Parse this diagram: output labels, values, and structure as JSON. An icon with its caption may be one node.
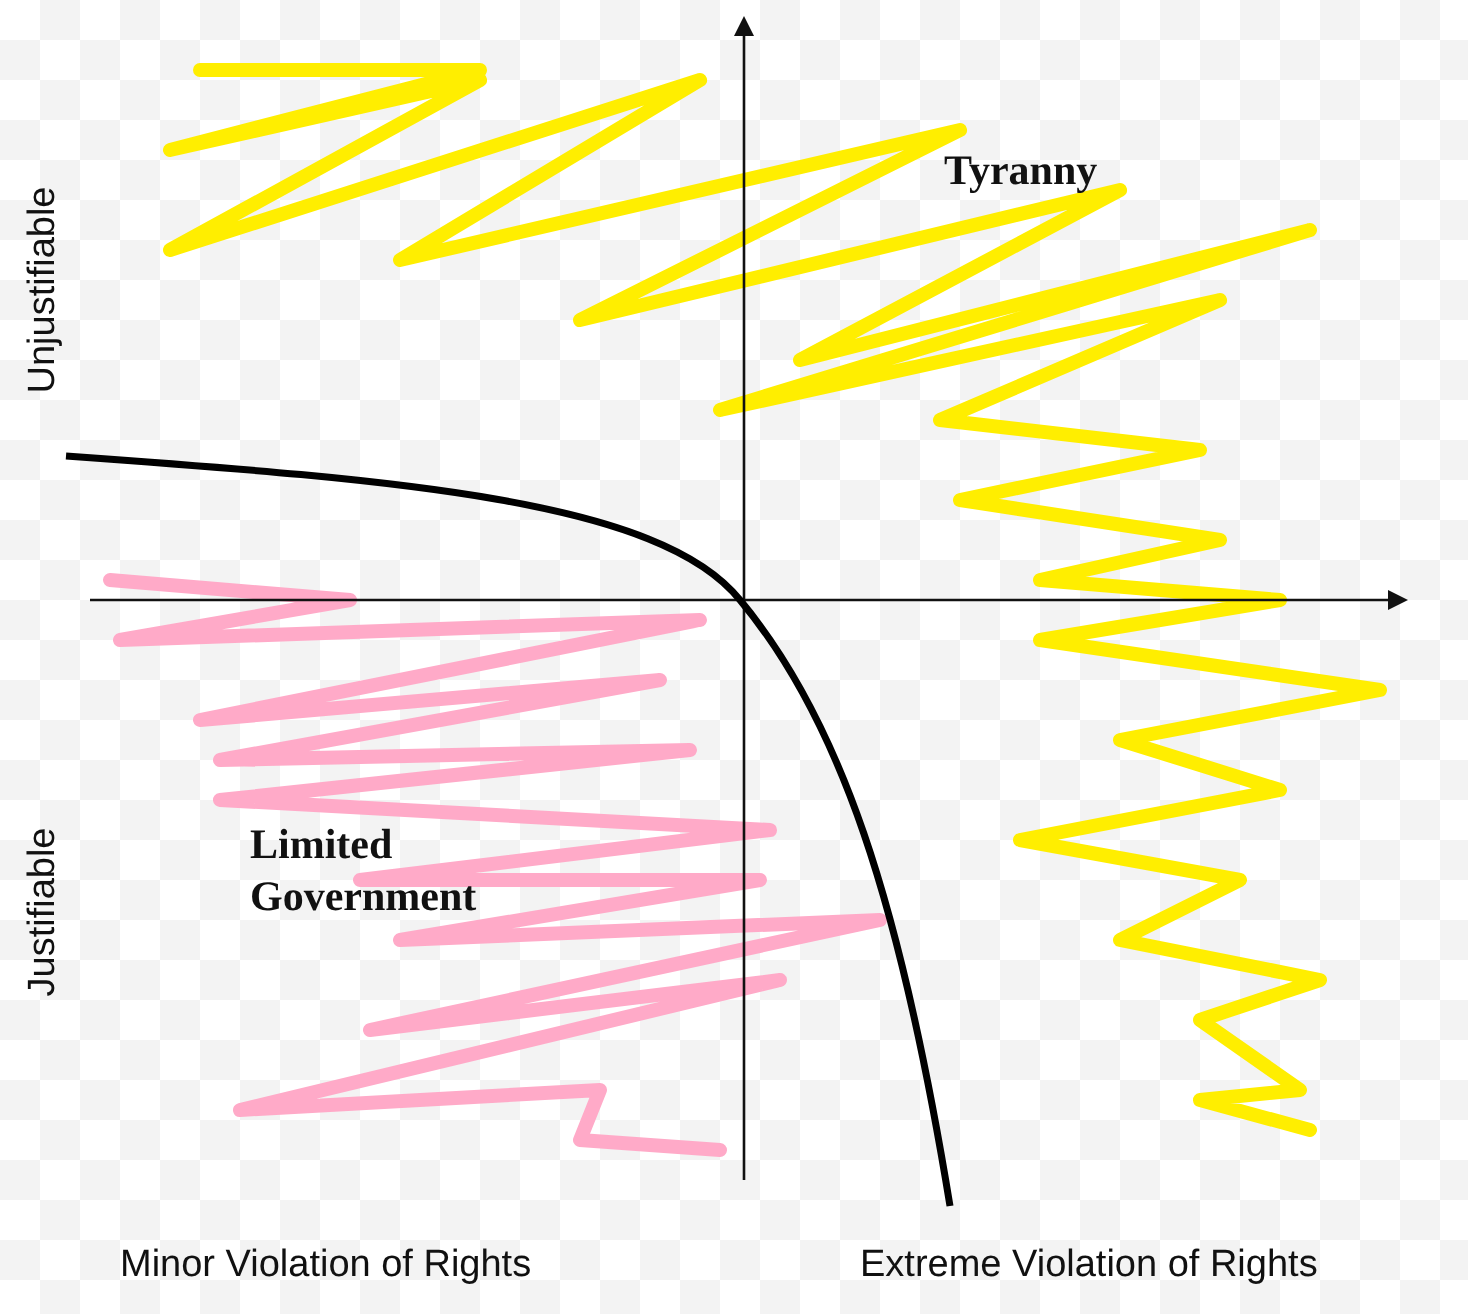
{
  "diagram": {
    "labels": [
      "Unjustifiable",
      "Tyranny",
      "Limited Government",
      "Justifiable",
      "Minor Violation of Rights",
      "Extreme Violation of Rights"
    ]
  }
}
